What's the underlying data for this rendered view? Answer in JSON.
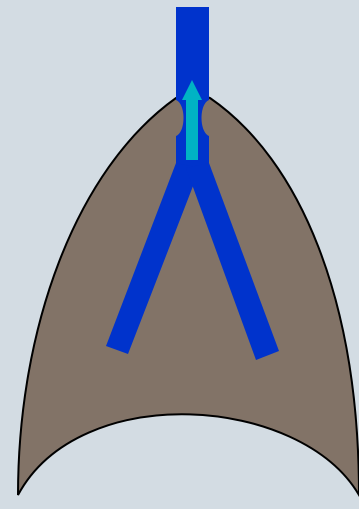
{
  "diagram": {
    "colors": {
      "background": "#d3dce3",
      "lungs": "#827367",
      "outline": "#000000",
      "airway": "#0033cc",
      "airflow_arrow": "#00b3c4"
    },
    "airflow_direction": "up",
    "parts": [
      "trachea",
      "bronchus-left",
      "bronchus-right",
      "lungs",
      "diaphragm",
      "airflow-arrow"
    ]
  }
}
